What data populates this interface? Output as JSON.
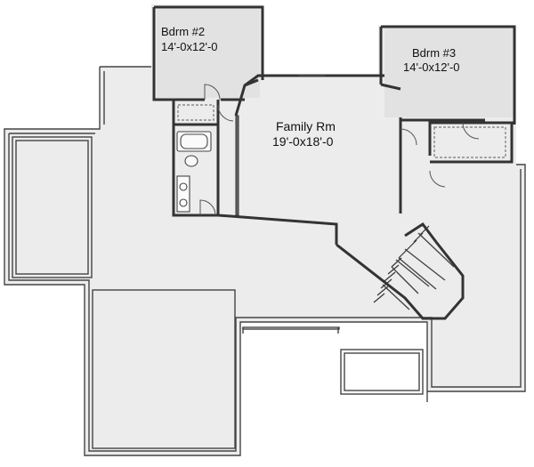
{
  "rooms": {
    "bedroom2": {
      "name": "Bdrm #2",
      "size": "14'-0x12'-0"
    },
    "bedroom3": {
      "name": "Bdrm #3",
      "size": "14'-0x12'-0"
    },
    "family": {
      "name": "Family Rm",
      "size": "19'-0x18'-0"
    }
  },
  "colors": {
    "wall": "#333333",
    "floor": "#ececec",
    "background": "#ffffff"
  }
}
